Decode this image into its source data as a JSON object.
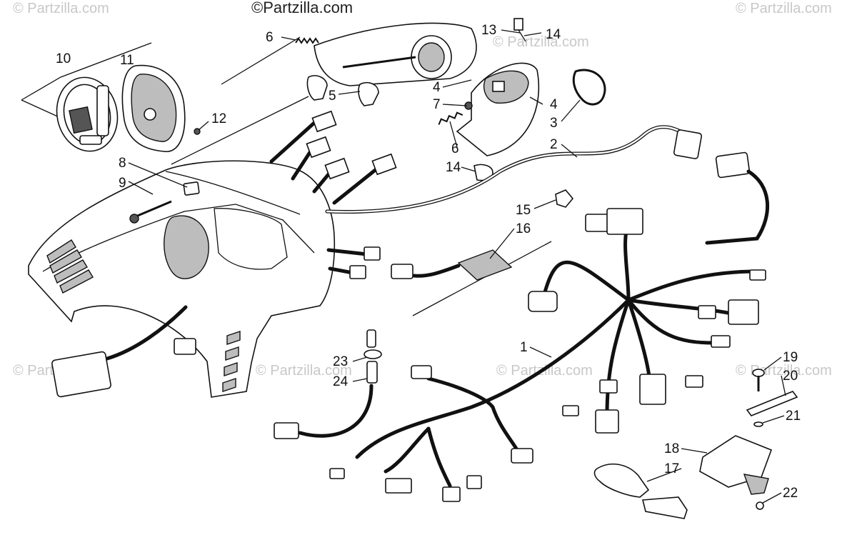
{
  "diagram": {
    "watermark_top": "©Partzilla.com",
    "watermarks": [
      "© Partzilla.com",
      "© Partzilla.com",
      "© Partzilla.com",
      "© Partzilla.com",
      "© Partzilla.com",
      "© Partzilla.com",
      "© Partzilla.com"
    ],
    "callouts": [
      "10",
      "11",
      "12",
      "6",
      "5",
      "13",
      "14",
      "4",
      "7",
      "4",
      "3",
      "2",
      "6",
      "14",
      "8",
      "9",
      "15",
      "16",
      "1",
      "23",
      "24",
      "19",
      "20",
      "21",
      "18",
      "17",
      "22"
    ]
  }
}
